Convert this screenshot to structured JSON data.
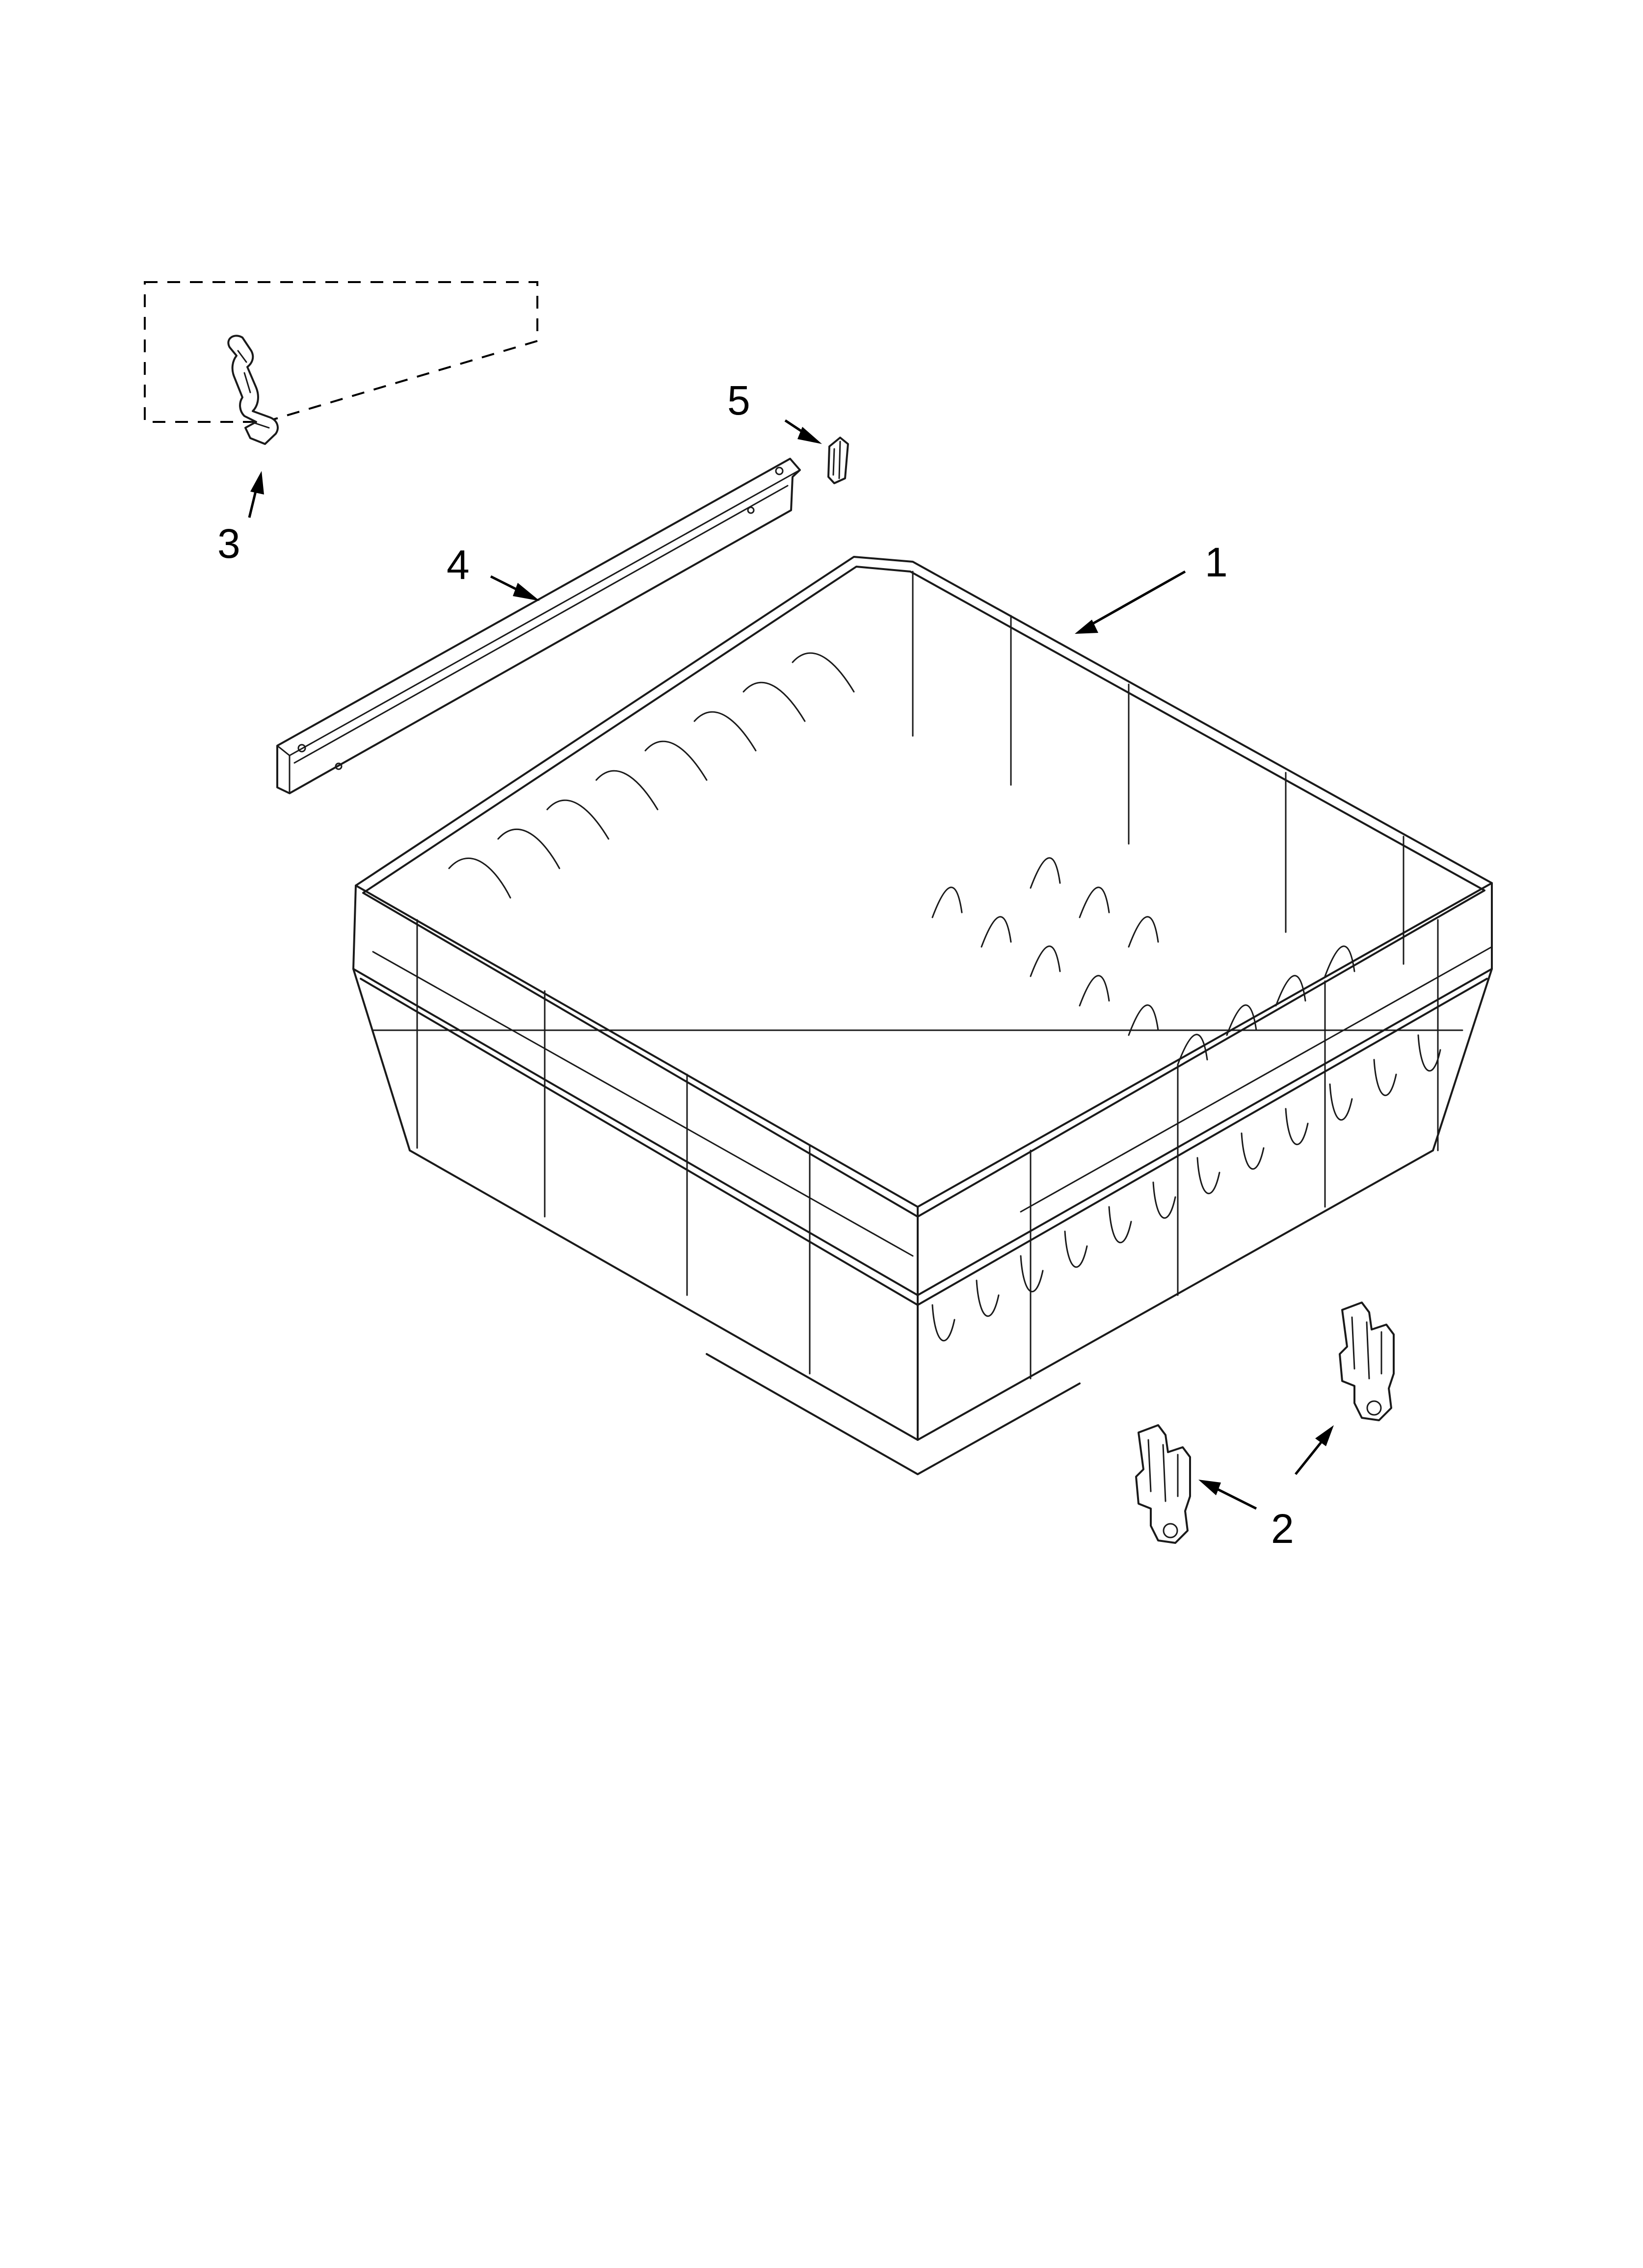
{
  "diagram": {
    "callouts": {
      "rack": "1",
      "adjuster": "2",
      "clip": "3",
      "rail": "4",
      "stop": "5"
    },
    "stroke_color": "#1a1a1a",
    "background_color": "#ffffff"
  }
}
